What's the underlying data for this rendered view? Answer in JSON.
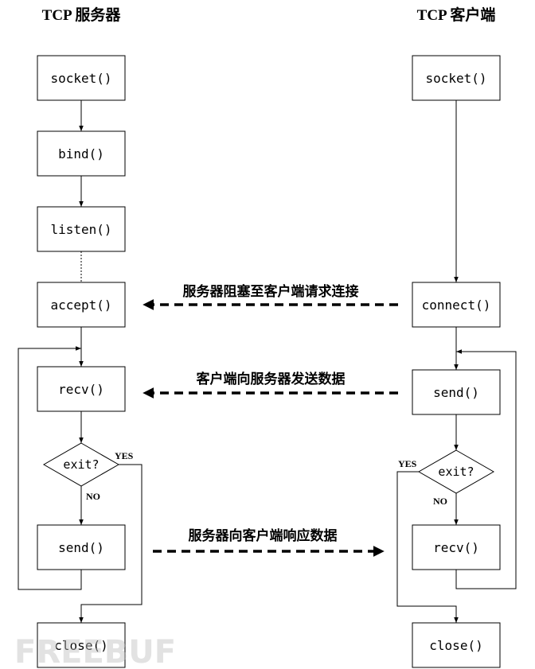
{
  "server": {
    "title": "TCP 服务器",
    "socket": "socket()",
    "bind": "bind()",
    "listen": "listen()",
    "accept": "accept()",
    "recv": "recv()",
    "exit": "exit?",
    "yes": "YES",
    "no": "NO",
    "send": "send()",
    "close": "close()"
  },
  "client": {
    "title": "TCP 客户端",
    "socket": "socket()",
    "connect": "connect()",
    "send": "send()",
    "exit": "exit?",
    "yes": "YES",
    "no": "NO",
    "recv": "recv()",
    "close": "close()"
  },
  "messages": {
    "connect": "服务器阻塞至客户端请求连接",
    "request": "客户端向服务器发送数据",
    "response": "服务器向客户端响应数据"
  },
  "watermark": "FREEBUF"
}
